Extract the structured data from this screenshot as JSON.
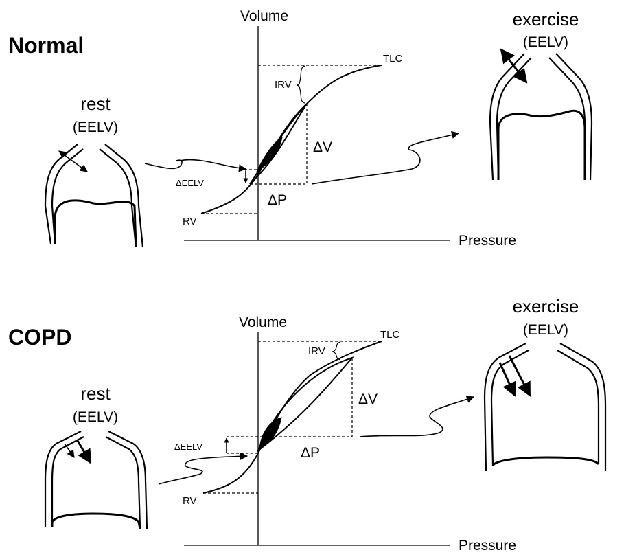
{
  "normal": {
    "title": "Normal",
    "rest": {
      "label": "rest",
      "sub": "(EELV)"
    },
    "exercise": {
      "label": "exercise",
      "sub": "(EELV)"
    },
    "axes": {
      "y": "Volume",
      "x": "Pressure"
    },
    "labels": {
      "tlc": "TLC",
      "irv": "IRV",
      "rv": "RV",
      "delta_eelv": "ΔEELV",
      "delta_v": "ΔV",
      "delta_p": "ΔP"
    }
  },
  "copd": {
    "title": "COPD",
    "rest": {
      "label": "rest",
      "sub": "(EELV)"
    },
    "exercise": {
      "label": "exercise",
      "sub": "(EELV)"
    },
    "axes": {
      "y": "Volume",
      "x": "Pressure"
    },
    "labels": {
      "tlc": "TLC",
      "irv": "IRV",
      "rv": "RV",
      "delta_eelv": "ΔEELV",
      "delta_v": "ΔV",
      "delta_p": "ΔP"
    }
  }
}
